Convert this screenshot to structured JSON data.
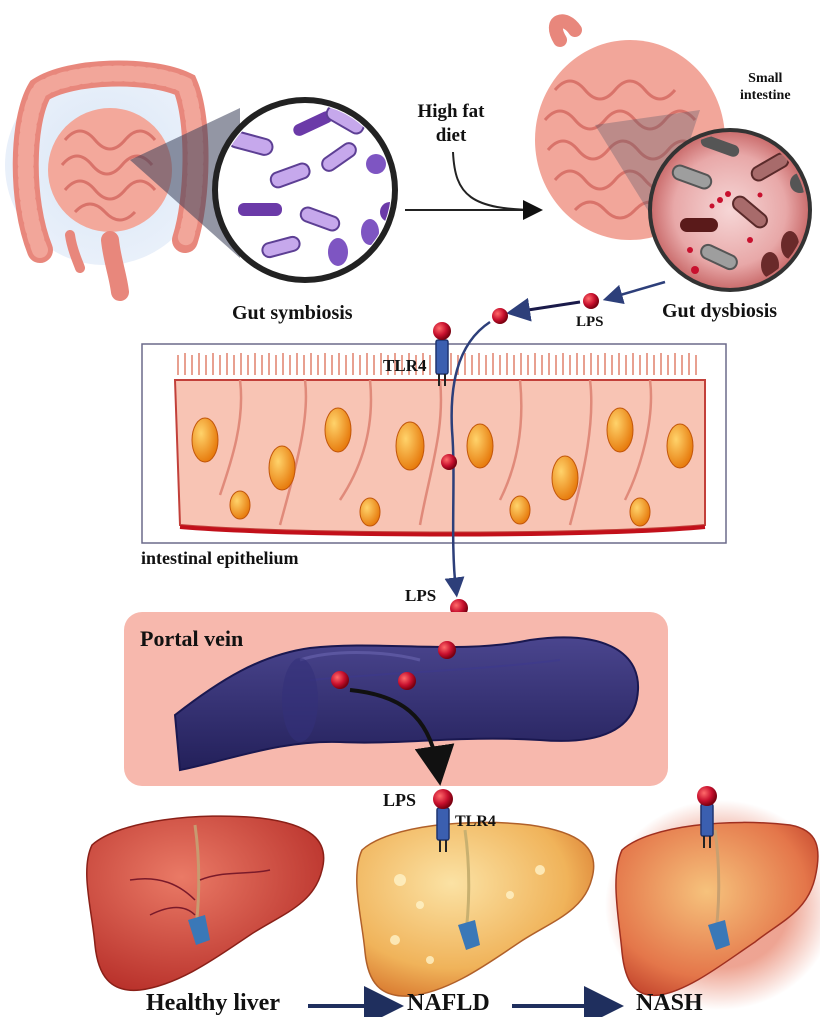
{
  "labels": {
    "small_intestine_line1": "Small",
    "small_intestine_line2": "intestine",
    "high_fat_line1": "High fat",
    "high_fat_line2": "diet",
    "gut_symbiosis": "Gut symbiosis",
    "gut_dysbiosis": "Gut dysbiosis",
    "lps_top": "LPS",
    "tlr4_epithelium": "TLR4",
    "intestinal_epithelium": "intestinal epithelium",
    "lps_mid": "LPS",
    "portal_vein": "Portal vein",
    "lps_liver": "LPS",
    "tlr4_liver": "TLR4",
    "healthy_liver": "Healthy liver",
    "nafld": "NAFLD",
    "nash": "NASH"
  },
  "colors": {
    "lps_particle": "#c8102e",
    "vein": "#2e2a6e",
    "vein_box": "#f7b8ad",
    "epithelium_cell": "#f8c4b4",
    "nucleus": "#f39a1a",
    "bacteria_healthy": "#b79be0",
    "bacteria_dysbiosis": "#8a4a4a",
    "liver_healthy": "#d4483a",
    "liver_nafld": "#f0b35a",
    "liver_nash": "#e4764a",
    "receptor": "#3b5fb0",
    "progression_arrow": "#1f2f5e"
  }
}
